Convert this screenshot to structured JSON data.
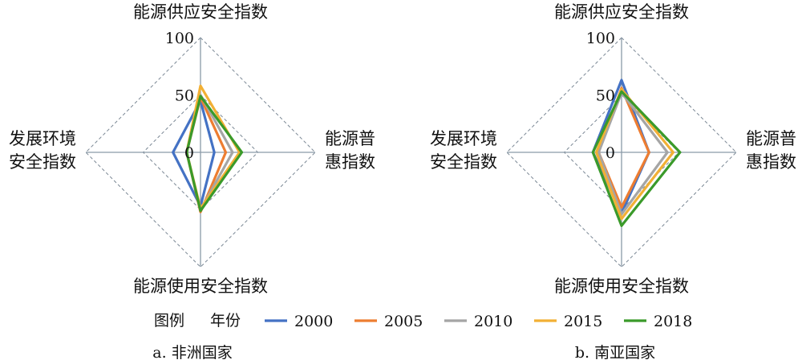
{
  "legend": {
    "title": "图例",
    "subtitle": "年份"
  },
  "chart_data": [
    {
      "type": "radar",
      "caption": "a. 非洲国家",
      "axes": [
        "能源供应安全指数",
        "能源普惠指数",
        "能源使用安全指数",
        "发展环境安全指数"
      ],
      "axis_label_lines": [
        [
          "能源供应安全指数"
        ],
        [
          "能源普",
          "惠指数"
        ],
        [
          "能源使用安全指数"
        ],
        [
          "发展环境",
          "安全指数"
        ]
      ],
      "range": [
        0,
        100
      ],
      "ticks": [
        "100",
        "50",
        "0"
      ],
      "grid_rings": [
        50,
        100
      ],
      "series": [
        {
          "name": "2000",
          "color": "#4472C4",
          "values": [
            45,
            12,
            47,
            24
          ]
        },
        {
          "name": "2005",
          "color": "#ED7D31",
          "values": [
            48,
            22,
            52,
            12
          ]
        },
        {
          "name": "2010",
          "color": "#A5A5A5",
          "values": [
            50,
            28,
            50,
            12
          ]
        },
        {
          "name": "2015",
          "color": "#F2B035",
          "values": [
            58,
            34,
            49,
            12
          ]
        },
        {
          "name": "2018",
          "color": "#3A9A2A",
          "values": [
            49,
            36,
            51,
            12
          ]
        }
      ]
    },
    {
      "type": "radar",
      "caption": "b. 南亚国家",
      "axes": [
        "能源供应安全指数",
        "能源普惠指数",
        "能源使用安全指数",
        "发展环境安全指数"
      ],
      "axis_label_lines": [
        [
          "能源供应安全指数"
        ],
        [
          "能源普",
          "惠指数"
        ],
        [
          "能源使用安全指数"
        ],
        [
          "发展环境",
          "安全指数"
        ]
      ],
      "range": [
        0,
        100
      ],
      "ticks": [
        "100",
        "50",
        "0"
      ],
      "grid_rings": [
        50,
        100
      ],
      "series": [
        {
          "name": "2000",
          "color": "#4472C4",
          "values": [
            63,
            24,
            53,
            25
          ]
        },
        {
          "name": "2005",
          "color": "#ED7D31",
          "values": [
            56,
            24,
            48,
            20
          ]
        },
        {
          "name": "2010",
          "color": "#A5A5A5",
          "values": [
            52,
            40,
            54,
            20
          ]
        },
        {
          "name": "2015",
          "color": "#F2B035",
          "values": [
            55,
            45,
            58,
            22
          ]
        },
        {
          "name": "2018",
          "color": "#3A9A2A",
          "values": [
            53,
            51,
            64,
            25
          ]
        }
      ]
    }
  ]
}
